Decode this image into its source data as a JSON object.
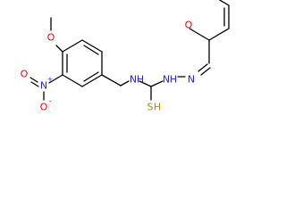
{
  "atoms": {
    "o_methoxy": {
      "label": "O"
    },
    "n_nitro": {
      "label": "N"
    },
    "n_nitro_charge": {
      "label": "+"
    },
    "o_nitro_double": {
      "label": "O"
    },
    "o_nitro_single": {
      "label": "O"
    },
    "o_nitro_charge": {
      "label": "-"
    },
    "nh_benzyl": {
      "label": "N"
    },
    "nh_benzyl_h": {
      "label": "H"
    },
    "nh_hydrazide": {
      "label": "N"
    },
    "nh_hydrazide_h": {
      "label": "H"
    },
    "n_imine": {
      "label": "N"
    },
    "s_thione": {
      "label": "S"
    },
    "s_thione_h": {
      "label": "H"
    },
    "o_quinone": {
      "label": "O"
    }
  },
  "colors": {
    "bond": "#000000",
    "carbon": "#000000",
    "nitrogen": "#2020ff",
    "oxygen": "#ff0000",
    "sulfur": "#b8860b",
    "background": "#ffffff"
  }
}
